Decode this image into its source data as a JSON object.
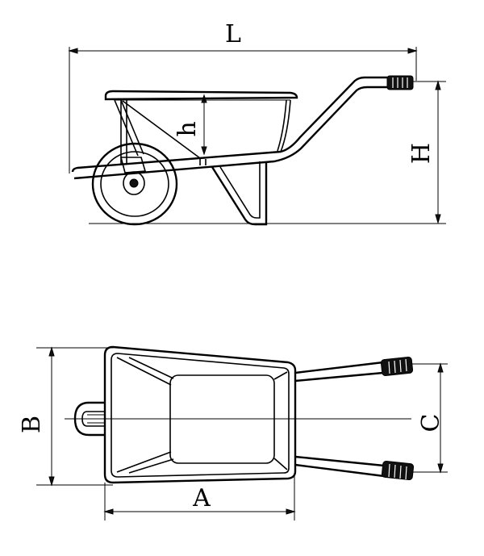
{
  "labels": {
    "length": "L",
    "bucket_height": "h",
    "overall_height": "H",
    "width": "B",
    "tray_length": "A",
    "handle_spacing": "C"
  }
}
